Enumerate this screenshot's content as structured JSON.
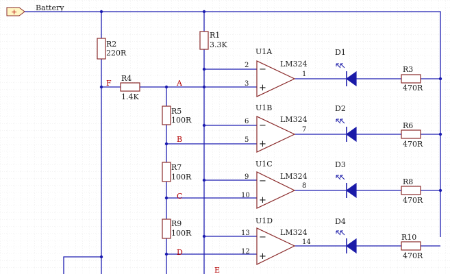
{
  "port": {
    "name": "Battery",
    "symbol": "+"
  },
  "colors": {
    "wire": "#1c1cb0",
    "component": "#8a2a2a",
    "led": "#1a1aa8",
    "label": "#1a1a1a",
    "node": "#b30000",
    "grid": "#c9c9c9"
  },
  "resistors": {
    "r1": {
      "ref": "R1",
      "value": "3.3K"
    },
    "r2": {
      "ref": "R2",
      "value": "220R"
    },
    "r4": {
      "ref": "R4",
      "value": "1.4K"
    },
    "r5": {
      "ref": "R5",
      "value": "100R"
    },
    "r7": {
      "ref": "R7",
      "value": "100R"
    },
    "r9": {
      "ref": "R9",
      "value": "100R"
    },
    "r3": {
      "ref": "R3",
      "value": "470R"
    },
    "r6": {
      "ref": "R6",
      "value": "470R"
    },
    "r8": {
      "ref": "R8",
      "value": "470R"
    },
    "r10": {
      "ref": "R10",
      "value": "470R"
    }
  },
  "opamps": {
    "u1a": {
      "ref": "U1A",
      "part": "LM324",
      "pin_minus": "2",
      "pin_plus": "3",
      "pin_out": "1"
    },
    "u1b": {
      "ref": "U1B",
      "part": "LM324",
      "pin_minus": "6",
      "pin_plus": "5",
      "pin_out": "7"
    },
    "u1c": {
      "ref": "U1C",
      "part": "LM324",
      "pin_minus": "9",
      "pin_plus": "10",
      "pin_out": "8"
    },
    "u1d": {
      "ref": "U1D",
      "part": "LM324",
      "pin_minus": "13",
      "pin_plus": "12",
      "pin_out": "14"
    }
  },
  "leds": {
    "d1": "D1",
    "d2": "D2",
    "d3": "D3",
    "d4": "D4"
  },
  "nodes": {
    "a": "A",
    "b": "B",
    "c": "C",
    "d": "D",
    "e": "E",
    "f": "F"
  },
  "opamp_signs": {
    "minus": "−",
    "plus": "+"
  }
}
